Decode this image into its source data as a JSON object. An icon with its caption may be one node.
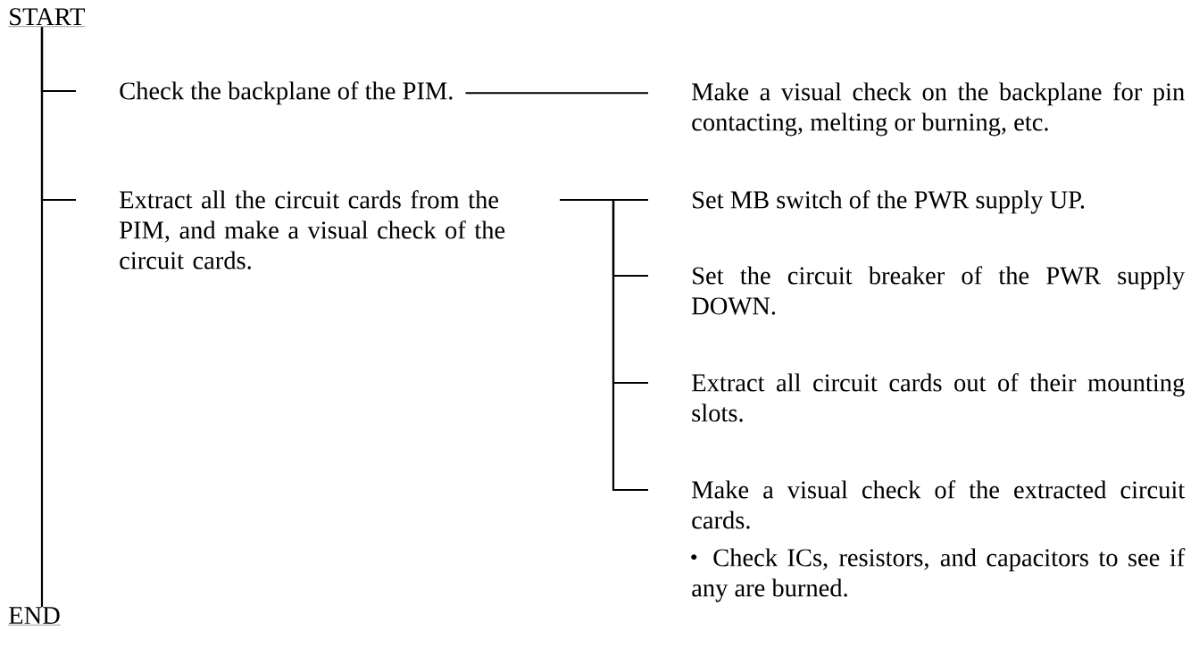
{
  "diagram": {
    "nodes": [
      {
        "text": [
          "START"
        ]
      },
      {
        "text": [
          "Check the backplane of the PIM."
        ]
      },
      {
        "text": [
          "Make a visual check on the backplane for pin contacting, melting or burning, etc."
        ]
      },
      {
        "text": [
          "Extract all the circuit cards from the PIM, and make a visual check of the circuit cards."
        ]
      },
      {
        "text": [
          "Set MB switch of the PWR supply UP."
        ]
      },
      {
        "text": [
          "Set the circuit breaker of the PWR supply DOWN."
        ]
      },
      {
        "text": [
          "Extract all circuit cards out of their mounting slots."
        ]
      },
      {
        "text": [
          "Make a visual check of the extracted circuit cards.",
          "Check ICs, resistors, and capacitors to see if any are burned."
        ]
      },
      {
        "text": [
          "END"
        ]
      }
    ],
    "edges": [
      {
        "from": 0,
        "to": 8,
        "arrow": "none"
      },
      {
        "from": 0,
        "to": 1,
        "arrow": "none"
      },
      {
        "from": 0,
        "to": 3,
        "arrow": "none"
      },
      {
        "from": 1,
        "to": 2,
        "arrow": "none"
      },
      {
        "from": 3,
        "to": 4,
        "arrow": "none"
      },
      {
        "from": 3,
        "to": 5,
        "arrow": "none"
      },
      {
        "from": 3,
        "to": 6,
        "arrow": "none"
      },
      {
        "from": 3,
        "to": 7,
        "arrow": "none"
      }
    ]
  }
}
